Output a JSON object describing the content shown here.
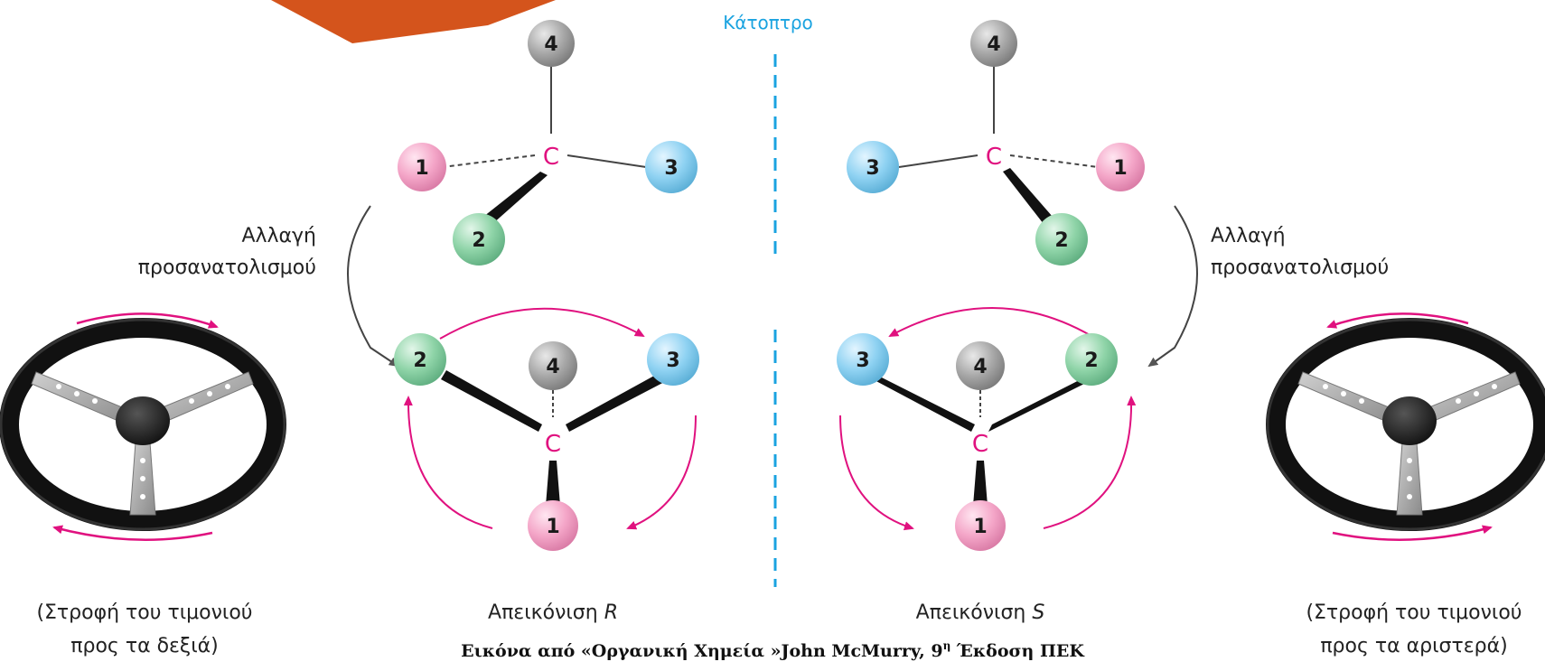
{
  "mirror_label": "Κάτοπτρο",
  "left": {
    "reorient_line1": "Αλλαγή",
    "reorient_line2": "προσανατολισμού",
    "config_prefix": "Απεικόνιση ",
    "config_letter": "R",
    "wheel_line1": "(Στροφή του τιμονιού",
    "wheel_line2": "προς τα δεξιά)"
  },
  "right": {
    "reorient_line1": "Αλλαγή",
    "reorient_line2": "προσανατολισμού",
    "config_prefix": "Απεικόνιση ",
    "config_letter": "S",
    "wheel_line1": "(Στροφή του τιμονιού",
    "wheel_line2": "προς τα αριστερά)"
  },
  "atoms": {
    "center": "C",
    "n1": "1",
    "n2": "2",
    "n3": "3",
    "n4": "4"
  },
  "caption": {
    "main": "Εικόνα από «Οργανική Χημεία »John McMurry, 9",
    "sup": "η",
    "tail": " Έκδοση ΠΕΚ"
  },
  "colors": {
    "priority1": "#f4a6c8",
    "priority2": "#8fd4a8",
    "priority3": "#8fd2f2",
    "priority4": "#a8a8a8",
    "carbon": "#e0117f",
    "arrows": "#e0117f",
    "mirror": "#1aa3e0",
    "banner": "#d4541c"
  }
}
